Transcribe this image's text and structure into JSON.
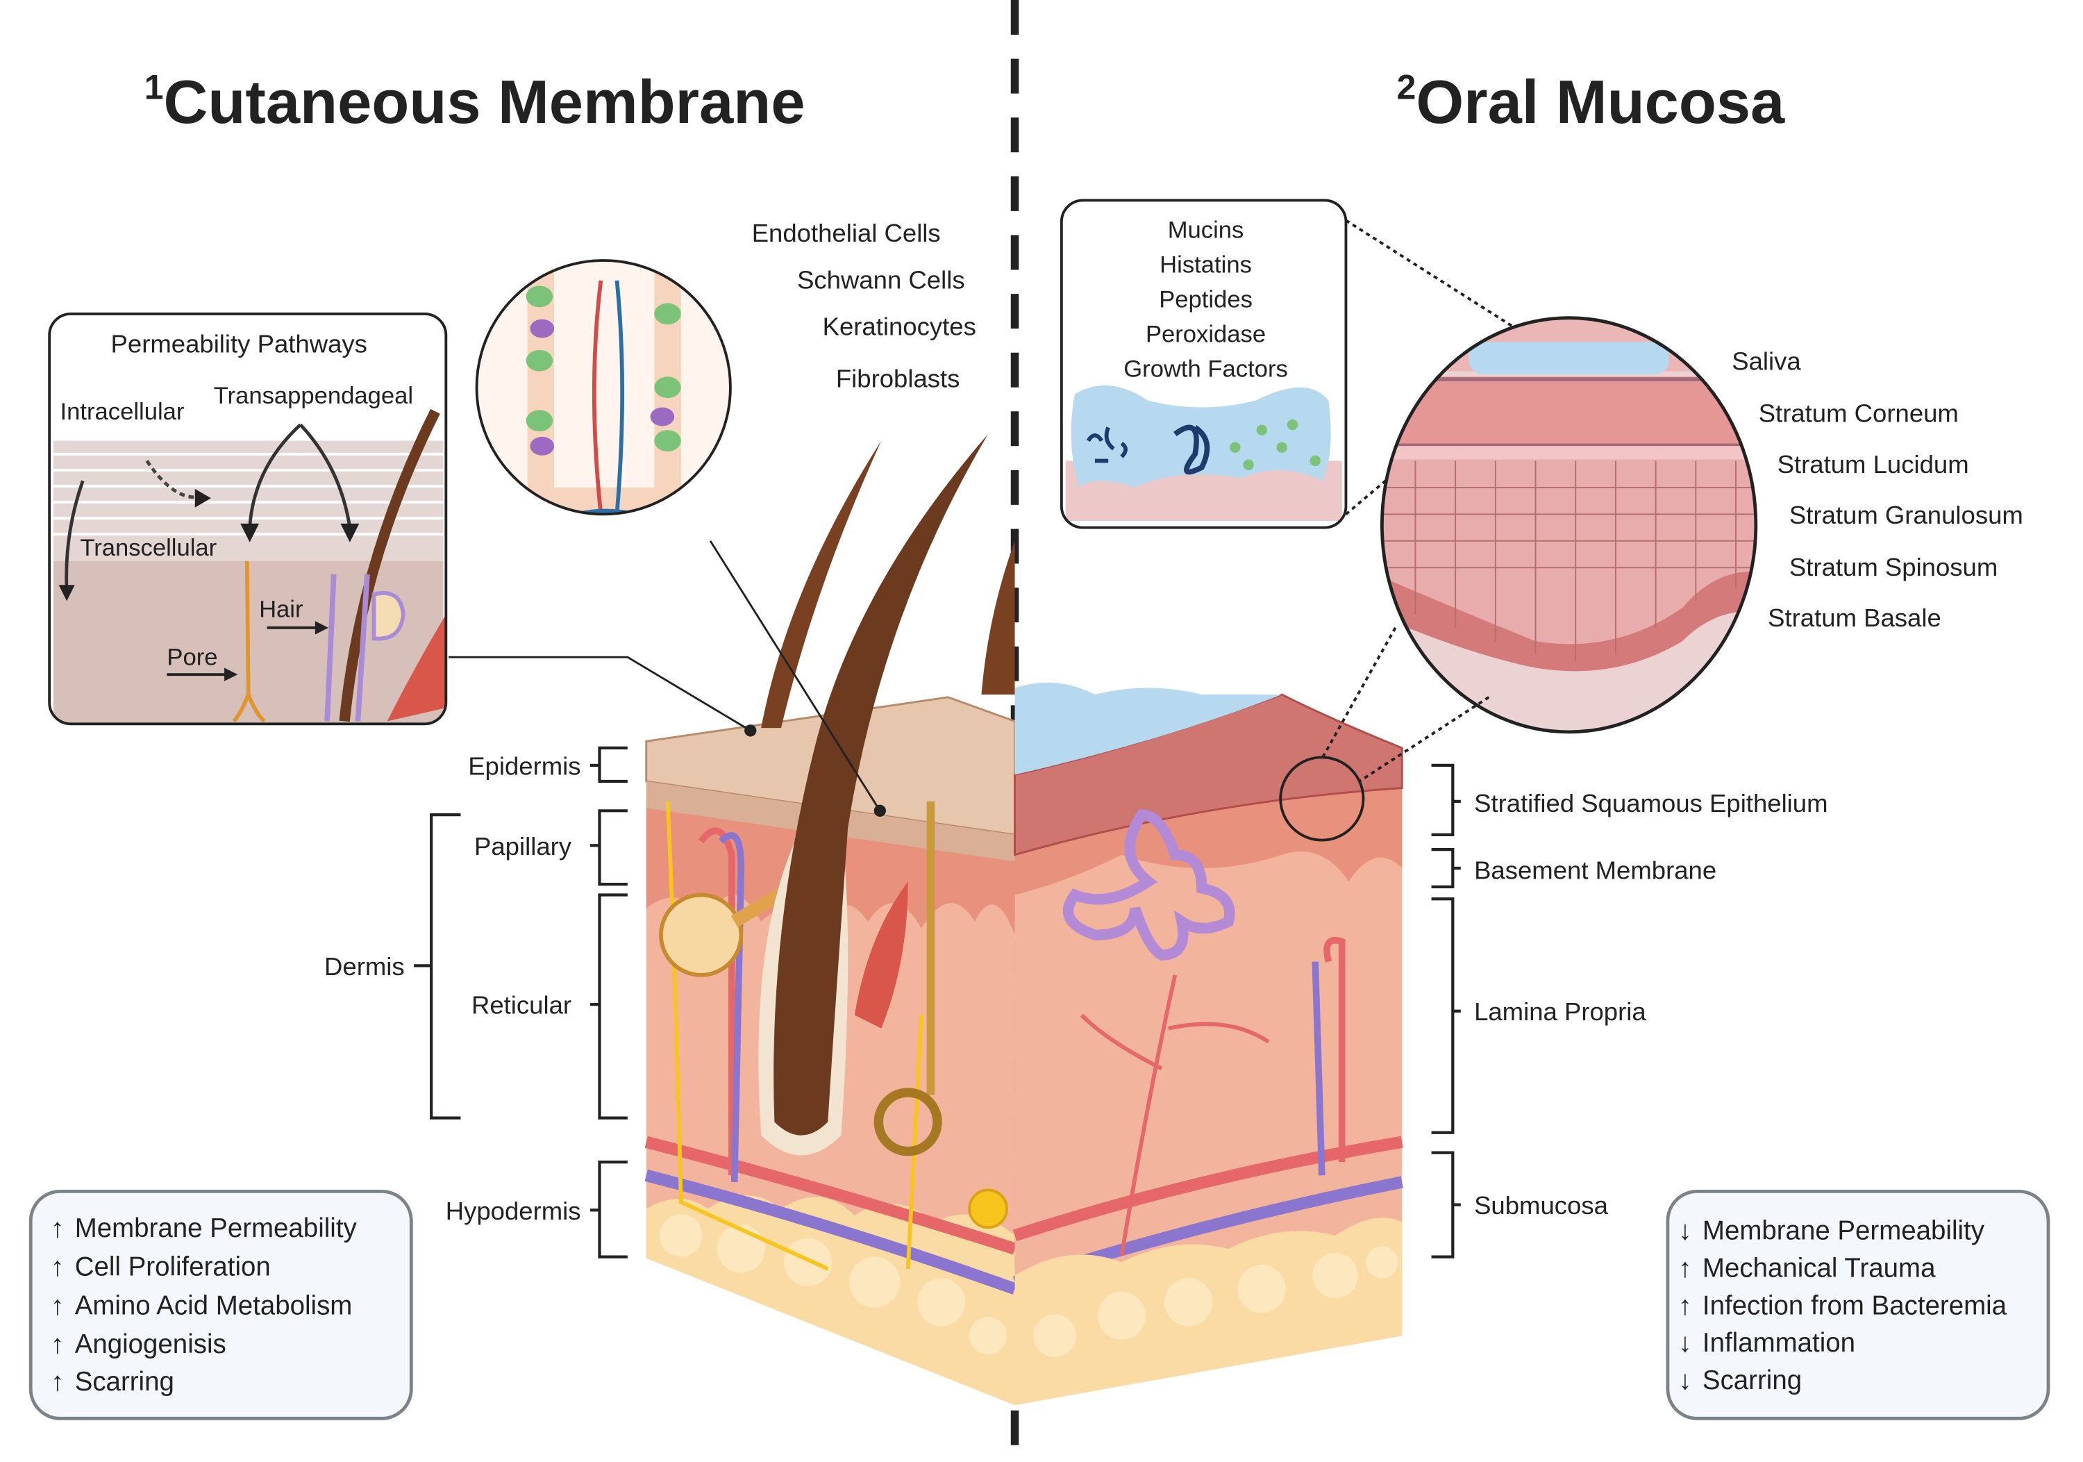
{
  "titles": {
    "left": {
      "superscript": "1",
      "text": "Cutaneous Membrane"
    },
    "right": {
      "superscript": "2",
      "text": "Oral Mucosa"
    }
  },
  "permeability_panel": {
    "title": "Permeability Pathways",
    "labels": {
      "intracellular": "Intracellular",
      "transappendageal": "Transappendageal",
      "transcellular": "Transcellular",
      "hair": "Hair",
      "pore": "Pore"
    }
  },
  "cell_callout": {
    "labels": [
      "Endothelial Cells",
      "Schwann Cells",
      "Keratinocytes",
      "Fibroblasts"
    ]
  },
  "saliva_panel": {
    "items": [
      "Mucins",
      "Histatins",
      "Peptides",
      "Peroxidase",
      "Growth Factors"
    ]
  },
  "oral_layers_callout": {
    "labels": [
      "Saliva",
      "Stratum Corneum",
      "Stratum Lucidum",
      "Stratum Granulosum",
      "Stratum Spinosum",
      "Stratum Basale"
    ]
  },
  "skin_layers": {
    "epidermis": "Epidermis",
    "dermis": "Dermis",
    "papillary": "Papillary",
    "reticular": "Reticular",
    "hypodermis": "Hypodermis"
  },
  "mucosa_layers": {
    "epithelium": "Stratified Squamous Epithelium",
    "basement": "Basement Membrane",
    "lamina": "Lamina Propria",
    "submucosa": "Submucosa"
  },
  "cutaneous_effects": [
    {
      "arrow": "↑",
      "text": "Membrane Permeability"
    },
    {
      "arrow": "↑",
      "text": "Cell Proliferation"
    },
    {
      "arrow": "↑",
      "text": "Amino Acid Metabolism"
    },
    {
      "arrow": "↑",
      "text": "Angiogenisis"
    },
    {
      "arrow": "↑",
      "text": "Scarring"
    }
  ],
  "oral_effects": [
    {
      "arrow": "↓",
      "text": "Membrane Permeability"
    },
    {
      "arrow": "↑",
      "text": "Mechanical Trauma"
    },
    {
      "arrow": "↑",
      "text": "Infection from Bacteremia"
    },
    {
      "arrow": "↓",
      "text": "Inflammation"
    },
    {
      "arrow": "↓",
      "text": "Scarring"
    }
  ],
  "colors": {
    "epidermis": "#e6c7ad",
    "dermis": "#f2b49c",
    "papillary": "#e8917d",
    "fat": "#fbdba4",
    "artery": "#e5676a",
    "vein": "#8a76cf",
    "nerve": "#f7c51e",
    "hair": "#6b3a1f",
    "saliva": "#b6d9f0",
    "mucosa_epi": "#cf7670",
    "effects_box_bg": "#f4f7fc",
    "effects_box_border": "#7c8388",
    "divider": "#222222"
  }
}
